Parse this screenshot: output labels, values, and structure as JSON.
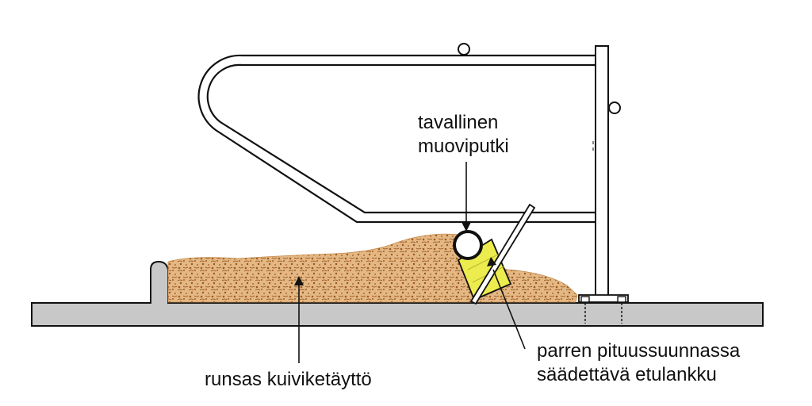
{
  "labels": {
    "pipe": {
      "line1": "tavallinen",
      "line2": "muoviputki"
    },
    "plank": {
      "line1": "parren pituussuunnassa",
      "line2": "säädettävä etulankku"
    },
    "bedding": {
      "text": "runsas kuiviketäyttö"
    }
  },
  "colors": {
    "line": "#111111",
    "floor": "#c8c8c8",
    "bedding": "#e3b884",
    "bedding_dark": "#a05a1e",
    "plank": "#ecec4e"
  }
}
